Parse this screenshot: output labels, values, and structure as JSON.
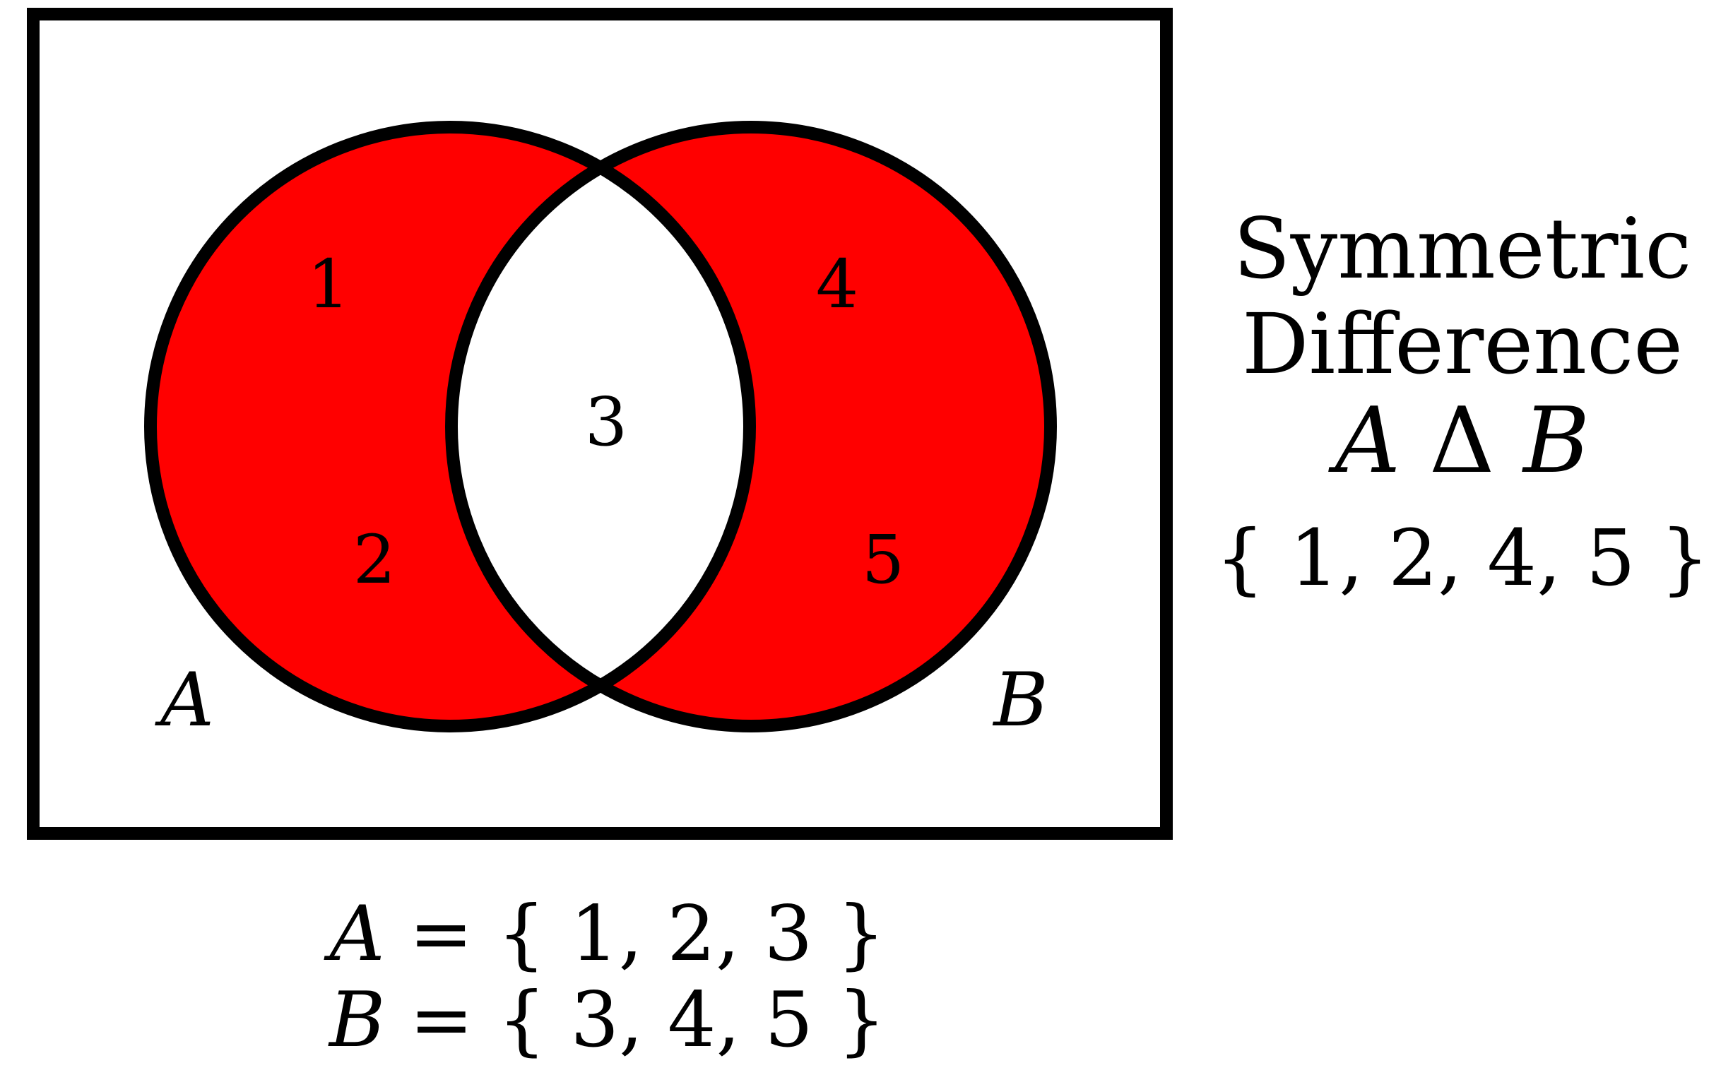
{
  "title": {
    "line1": "Symmetric",
    "line2": "Difference"
  },
  "formula": {
    "left": "A",
    "op": "Δ",
    "right": "B"
  },
  "result_set": "{ 1, 2, 4, 5 }",
  "sets": {
    "a_label": "A",
    "b_label": "B",
    "a_def_lhs": "A",
    "a_def_rhs": "= { 1, 2, 3 }",
    "b_def_lhs": "B",
    "b_def_rhs": "= { 3, 4, 5 }"
  },
  "regions": {
    "r1": "1",
    "r2": "2",
    "r3": "3",
    "r4": "4",
    "r5": "5"
  },
  "colors": {
    "fill": "#ff0000",
    "outline": "#000000",
    "background": "#ffffff"
  }
}
